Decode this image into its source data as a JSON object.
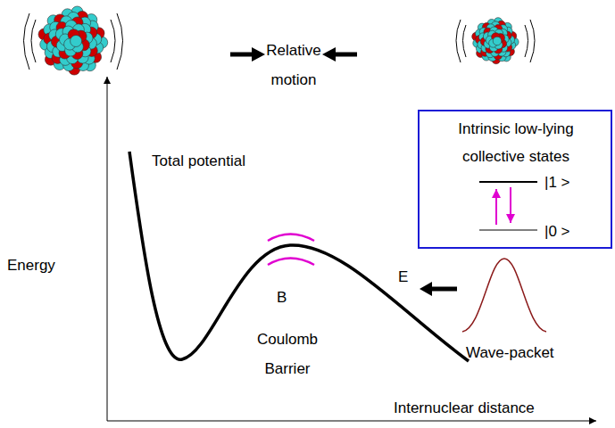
{
  "diagram": {
    "nodes": [
      {
        "text": [
          "Intrinsic low-lying collective states",
          "|1 >",
          "|0 >"
        ]
      }
    ],
    "labels": [
      "Relative motion",
      "Total potential",
      "Energy",
      "B",
      "Coulomb Barrier",
      "Wave-packet",
      "E",
      "Internuclear distance"
    ]
  }
}
